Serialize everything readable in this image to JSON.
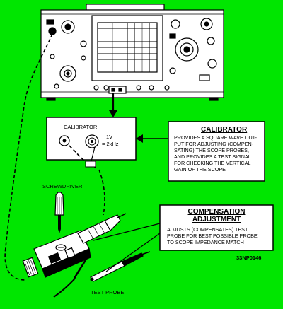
{
  "calibrator_box": {
    "title": "CALIBRATOR",
    "voltage": "1V",
    "frequency": "= 2kHz"
  },
  "calibrator_callout": {
    "heading": "CALIBRATOR",
    "lines": [
      "PROVIDES A SQUARE WAVE OUT-",
      "PUT FOR ADJUSTING (COMPEN-",
      "SATING) THE SCOPE PROBES,",
      "AND PROVIDES A TEST SIGNAL",
      "FOR CHECKING THE VERTICAL",
      "GAIN OF THE SCOPE"
    ]
  },
  "compensation_callout": {
    "heading_line1": "COMPENSATION",
    "heading_line2": "ADJUSTMENT",
    "lines": [
      "ADJUSTS (COMPENSATES) TEST",
      "PROBE FOR BEST POSSIBLE PROBE",
      "TO SCOPE IMPEDANCE MATCH"
    ]
  },
  "labels": {
    "screwdriver": "SCREWDRIVER",
    "test_probe": "TEST PROBE",
    "figure_id": "33NP0146"
  },
  "colors": {
    "background": "#00e600",
    "panel": "#ffffff",
    "ink": "#000000"
  }
}
